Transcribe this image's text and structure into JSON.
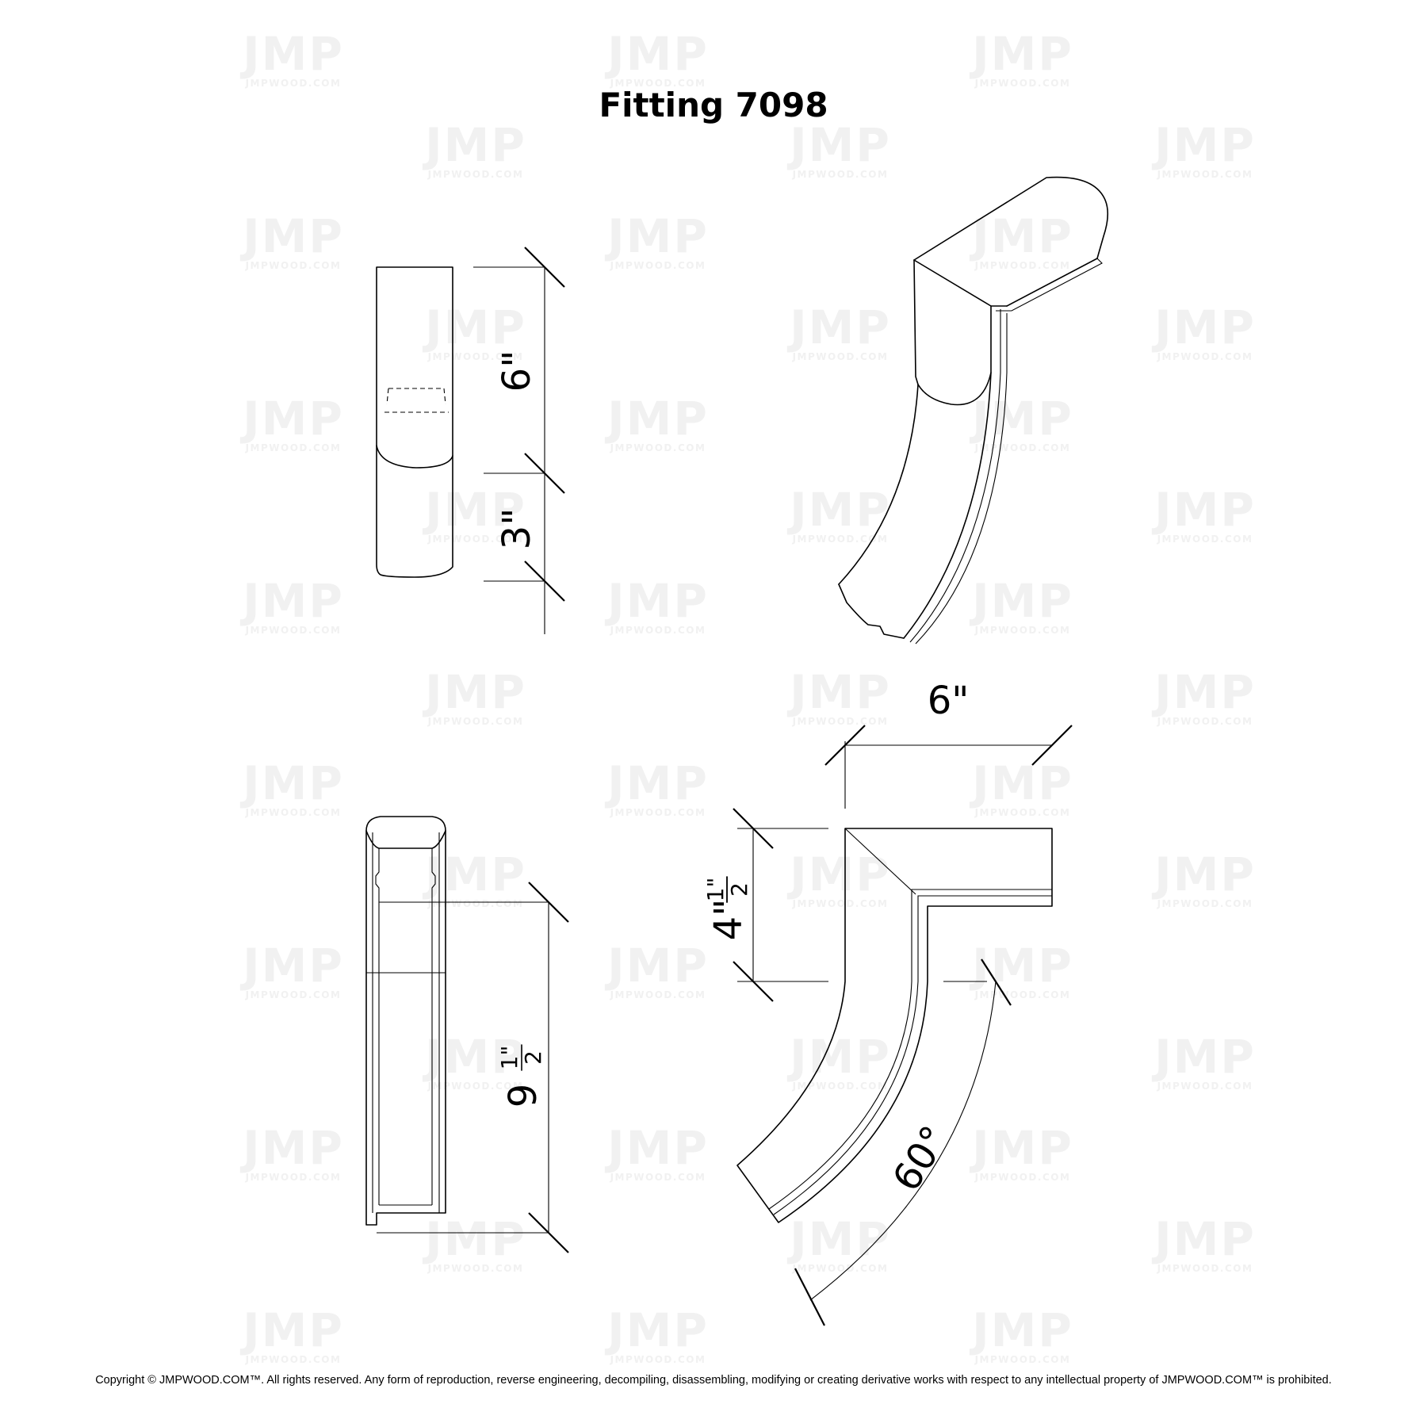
{
  "title": "Fitting 7098",
  "watermark": {
    "logo": "JMP",
    "text": "JMPWOOD.COM"
  },
  "dimensions": {
    "side_top": "6\"",
    "side_bottom": "3\"",
    "plan_width": "6\"",
    "plan_height": "4\"",
    "plan_height_fraction": "1\"",
    "plan_height_denominator": "2",
    "front_height": "9",
    "front_height_fraction": "1\"",
    "front_height_denominator": "2",
    "angle": "60°"
  },
  "copyright": "Copyright © JMPWOOD.COM™. All rights reserved. Any form of reproduction, reverse engineering, decompiling, disassembling, modifying or creating derivative works with respect to any intellectual property of JMPWOOD.COM™ is prohibited."
}
